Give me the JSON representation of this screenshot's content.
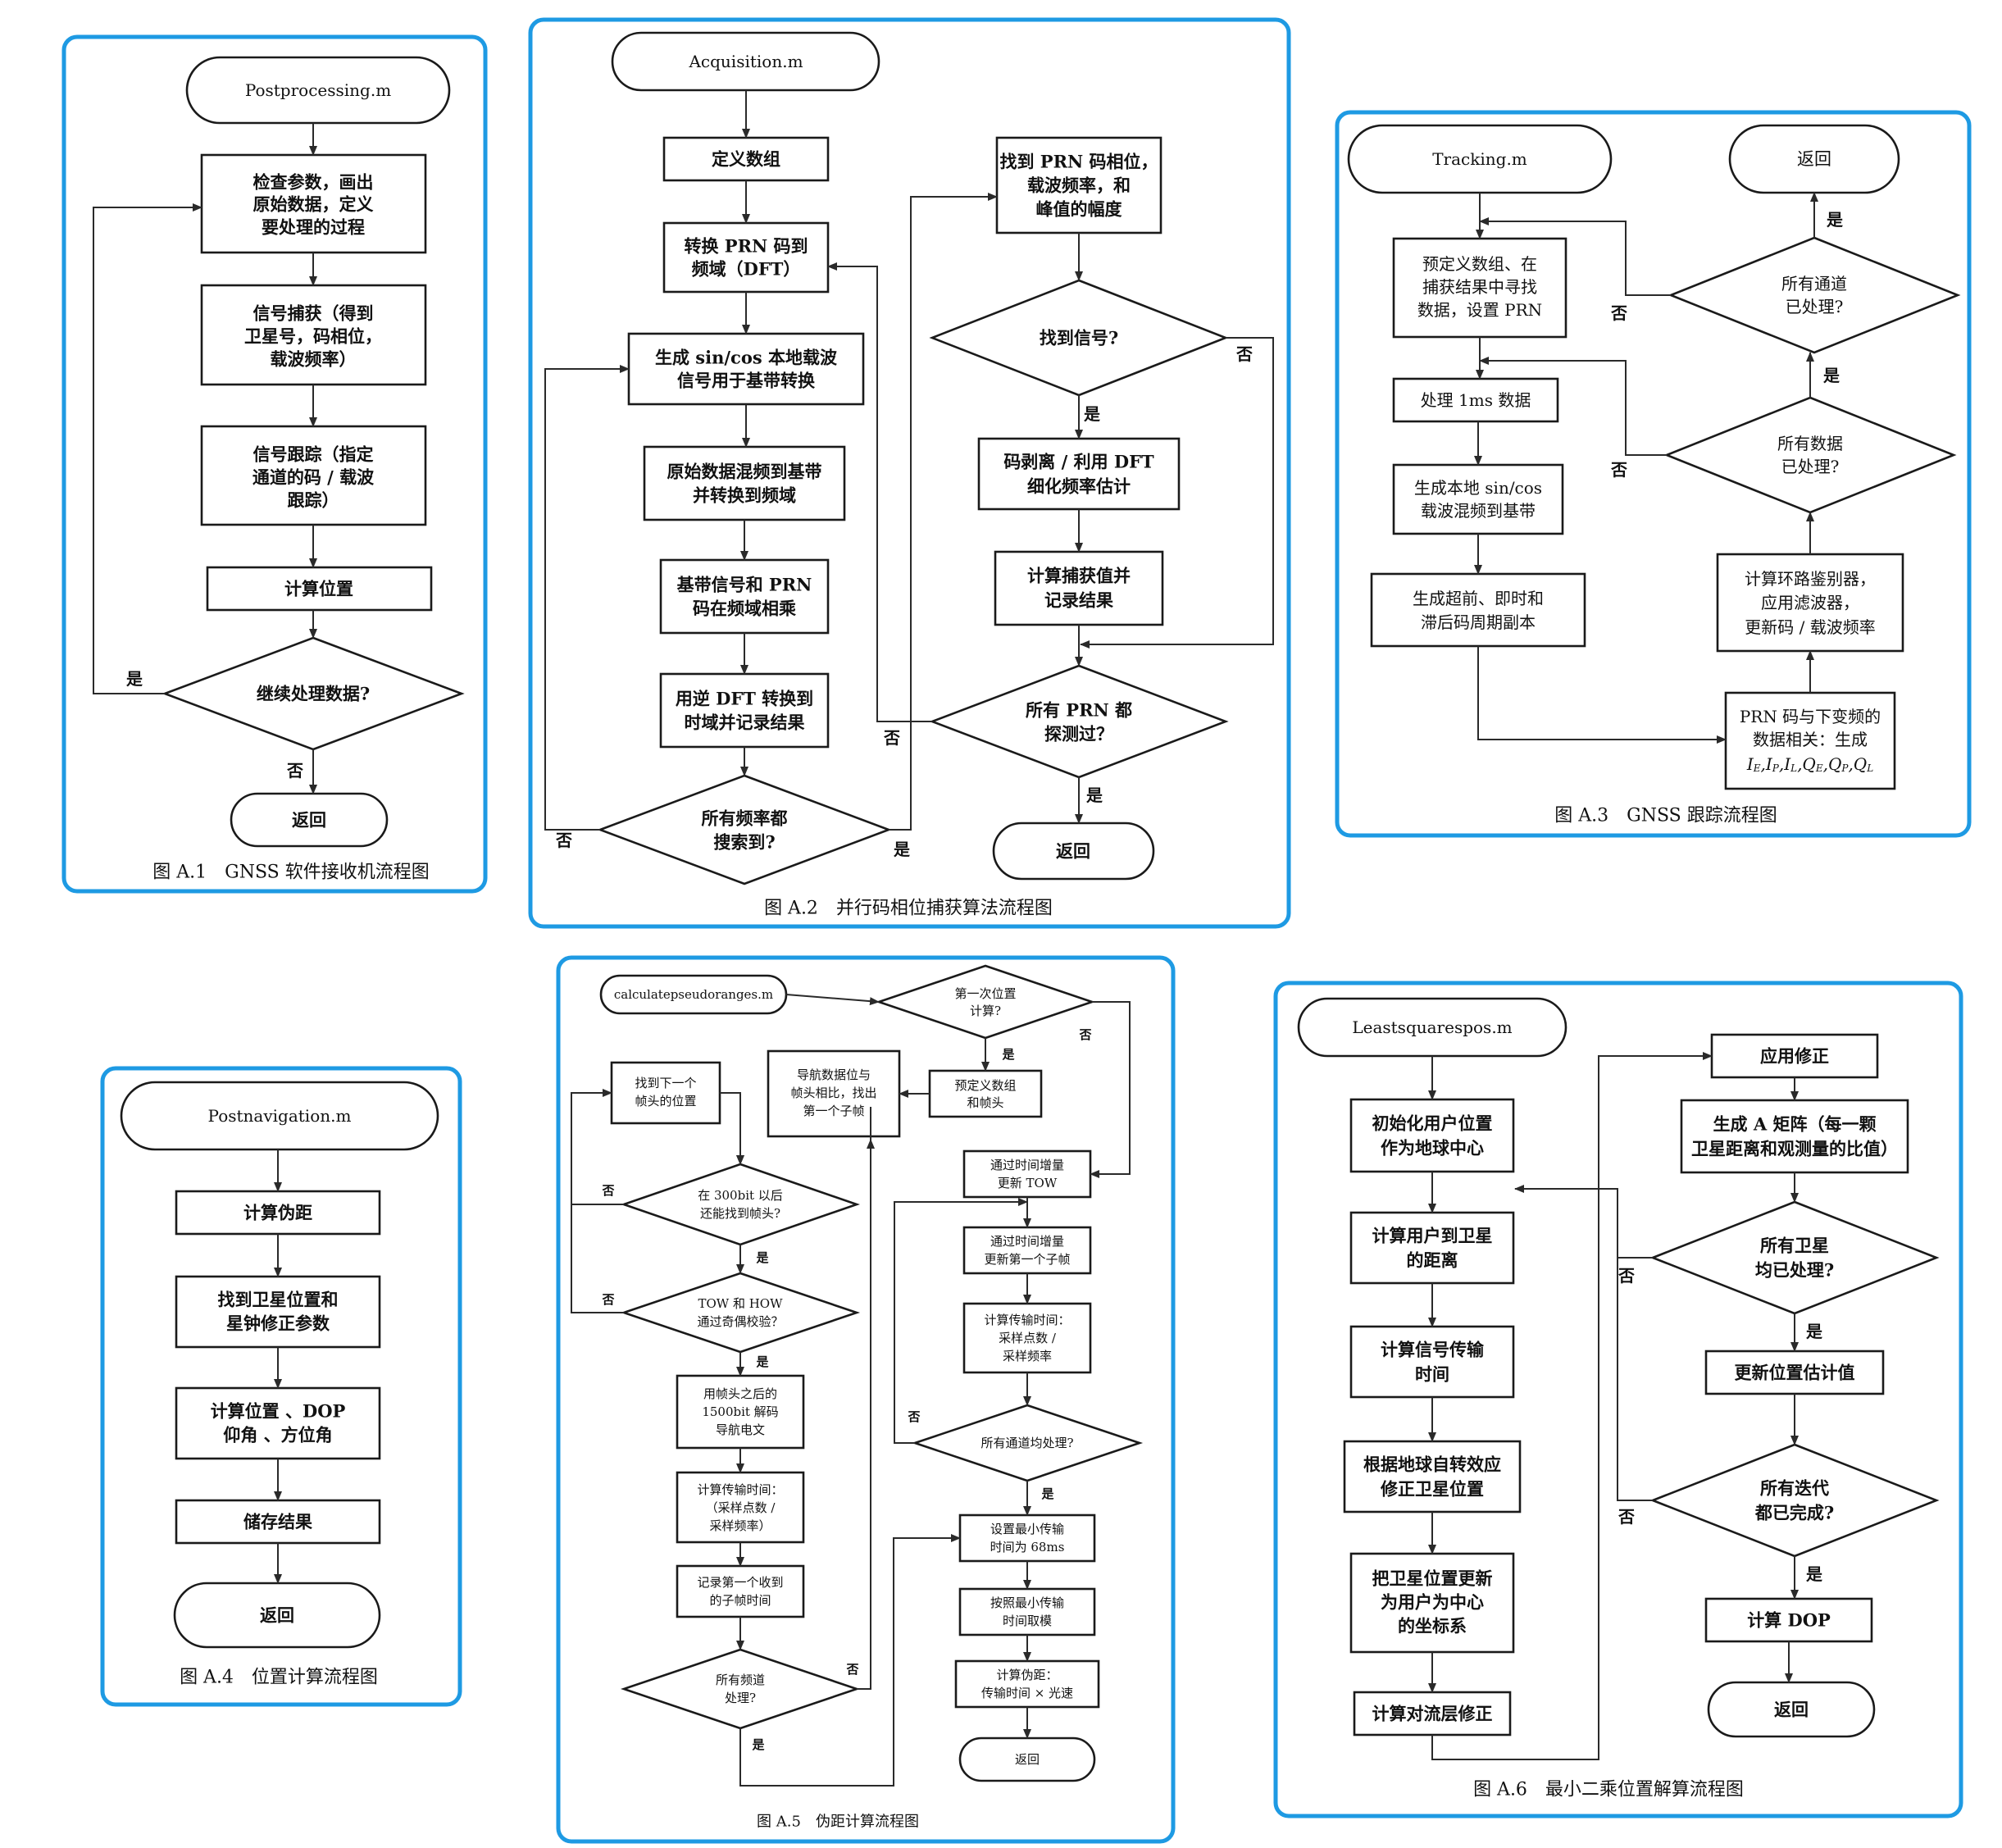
{
  "labels": {
    "yes": "是",
    "no": "否"
  },
  "fig1": {
    "caption": "图 A.1　GNSS 软件接收机流程图",
    "start": "Postprocessing.m",
    "step1": [
      "检查参数，画出",
      "原始数据，定义",
      "要处理的过程"
    ],
    "step2": [
      "信号捕获（得到",
      "卫星号，码相位，",
      "载波频率）"
    ],
    "step3": [
      "信号跟踪（指定",
      "通道的码 / 载波",
      "跟踪）"
    ],
    "step4": "计算位置",
    "decision": "继续处理数据?",
    "end": "返回"
  },
  "fig2": {
    "caption": "图 A.2　并行码相位捕获算法流程图",
    "start": "Acquisition.m",
    "s1": "定义数组",
    "s2": [
      "转换 PRN 码到",
      "频域（DFT）"
    ],
    "s3": [
      "生成 sin/cos 本地载波",
      "信号用于基带转换"
    ],
    "s4": [
      "原始数据混频到基带",
      "并转换到频域"
    ],
    "s5": [
      "基带信号和 PRN",
      "码在频域相乘"
    ],
    "s6": [
      "用逆 DFT 转换到",
      "时域并记录结果"
    ],
    "d1": [
      "所有频率都",
      "搜索到?"
    ],
    "r1": [
      "找到 PRN 码相位，",
      "载波频率，和",
      "峰值的幅度"
    ],
    "d2": "找到信号?",
    "r2": [
      "码剥离 / 利用 DFT",
      "细化频率估计"
    ],
    "r3": [
      "计算捕获值并",
      "记录结果"
    ],
    "d3": [
      "所有 PRN 都",
      "探测过？"
    ],
    "end": "返回"
  },
  "fig3": {
    "caption": "图 A.3　GNSS 跟踪流程图",
    "start": "Tracking.m",
    "end": "返回",
    "s1": [
      "预定义数组、在",
      "捕获结果中寻找",
      "数据，设置 PRN"
    ],
    "s2": "处理 1ms 数据",
    "s3": [
      "生成本地 sin/cos",
      "载波混频到基带"
    ],
    "s4": [
      "生成超前、即时和",
      "滞后码周期副本"
    ],
    "s5": [
      "PRN 码与下变频的",
      "数据相关：生成",
      "I",
      "E",
      "I",
      "P",
      "I",
      "L",
      "Q",
      "E",
      "Q",
      "P",
      "Q",
      "L"
    ],
    "s6": [
      "计算环路鉴别器，",
      "应用滤波器，",
      "更新码 / 载波频率"
    ],
    "d1": [
      "所有通道",
      "已处理?"
    ],
    "d2": [
      "所有数据",
      "已处理?"
    ]
  },
  "fig4": {
    "caption": "图 A.4　位置计算流程图",
    "start": "Postnavigation.m",
    "s1": "计算伪距",
    "s2": [
      "找到卫星位置和",
      "星钟修正参数"
    ],
    "s3": [
      "计算位置 、DOP",
      "仰角 、方位角"
    ],
    "s4": "储存结果",
    "end": "返回"
  },
  "fig5": {
    "caption": "图 A.5　伪距计算流程图",
    "start": "calculatepseudoranges.m",
    "d0": [
      "第一次位置",
      "计算?"
    ],
    "p1": [
      "预定义数组",
      "和帧头"
    ],
    "p2": [
      "导航数据位与",
      "帧头相比，找出",
      "第一个子帧"
    ],
    "p3": [
      "找到下一个",
      "帧头的位置"
    ],
    "d1": [
      "在 300bit 以后",
      "还能找到帧头?"
    ],
    "d2": [
      "TOW 和 HOW",
      "通过奇偶校验？"
    ],
    "p4": [
      "用帧头之后的",
      "1500bit 解码",
      "导航电文"
    ],
    "p5": [
      "计算传输时间：",
      "（采样点数 /",
      "采样频率）"
    ],
    "p6": [
      "记录第一个收到",
      "的子帧时间"
    ],
    "d3": [
      "所有频道",
      "处理?"
    ],
    "q1": [
      "通过时间增量",
      "更新 TOW"
    ],
    "q2": [
      "通过时间增量",
      "更新第一个子帧"
    ],
    "q3": [
      "计算传输时间：",
      "采样点数 /",
      "采样频率"
    ],
    "d4": "所有通道均处理?",
    "q4": [
      "设置最小传输",
      "时间为 68ms"
    ],
    "q5": [
      "按照最小传输",
      "时间取模"
    ],
    "q6": [
      "计算伪距：",
      "传输时间 × 光速"
    ],
    "end": "返回"
  },
  "fig6": {
    "caption": "图 A.6　最小二乘位置解算流程图",
    "start": "Leastsquarespos.m",
    "l1": [
      "初始化用户位置",
      "作为地球中心"
    ],
    "l2": [
      "计算用户到卫星",
      "的距离"
    ],
    "l3": [
      "计算信号传输",
      "时间"
    ],
    "l4": [
      "根据地球自转效应",
      "修正卫星位置"
    ],
    "l5": [
      "把卫星位置更新",
      "为用户为中心",
      "的坐标系"
    ],
    "l6": "计算对流层修正",
    "r1": "应用修正",
    "r2": [
      "生成 A 矩阵（每一颗",
      "卫星距离和观测量的比值）"
    ],
    "d1": [
      "所有卫星",
      "均已处理?"
    ],
    "r3": "更新位置估计值",
    "d2": [
      "所有迭代",
      "都已完成?"
    ],
    "r4": "计算 DOP",
    "end": "返回"
  }
}
